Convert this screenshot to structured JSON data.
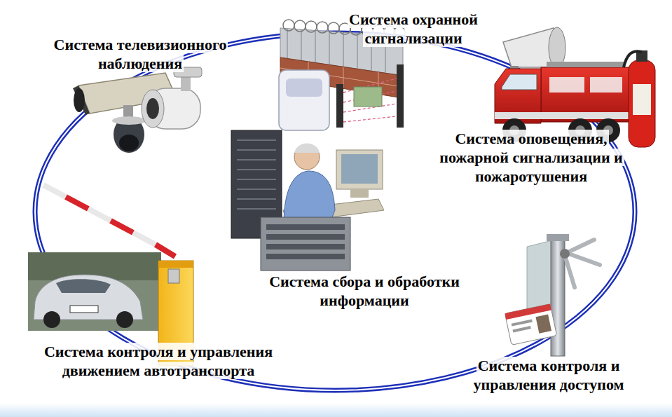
{
  "diagram": {
    "labels": [
      "Система охранной сигнализации",
      "Система телевизионного наблюдения",
      "Система оповещения, пожарной сигнализации и пожаротушения",
      "Система сбора и обработки информации",
      "Система контроля и управления движением автотранспорта",
      "Система контроля и управления доступом"
    ]
  }
}
